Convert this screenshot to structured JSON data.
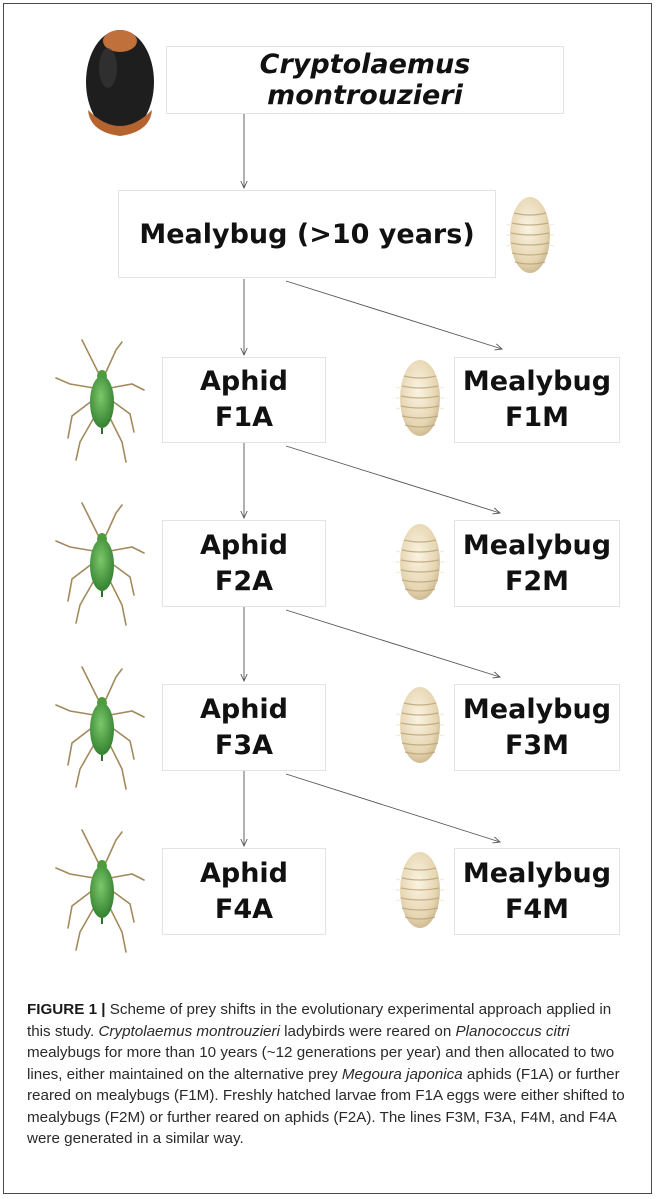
{
  "diagram": {
    "species": "Cryptolaemus montrouzieri",
    "start_node": "Mealybug (>10 years)",
    "generations": [
      {
        "aphid_line1": "Aphid",
        "aphid_line2": "F1A",
        "mealybug_line1": "Mealybug",
        "mealybug_line2": "F1M"
      },
      {
        "aphid_line1": "Aphid",
        "aphid_line2": "F2A",
        "mealybug_line1": "Mealybug",
        "mealybug_line2": "F2M"
      },
      {
        "aphid_line1": "Aphid",
        "aphid_line2": "F3A",
        "mealybug_line1": "Mealybug",
        "mealybug_line2": "F3M"
      },
      {
        "aphid_line1": "Aphid",
        "aphid_line2": "F4A",
        "mealybug_line1": "Mealybug",
        "mealybug_line2": "F4M"
      }
    ],
    "colors": {
      "ladybird_body": "#1e1e1e",
      "ladybird_head": "#c0703a",
      "aphid": "#3f9a3a",
      "mealybug": "#e8d9b8",
      "arrow": "#555555"
    }
  },
  "caption": {
    "label": "FIGURE 1 |",
    "s1": " Scheme of prey shifts in the evolutionary experimental approach applied in this study. ",
    "s2": "Cryptolaemus montrouzieri",
    "s3": " ladybirds were reared on ",
    "s4": "Planococcus citri",
    "s5": " mealybugs for more than 10 years (~12 generations per year) and then allocated to two lines, either maintained on the alternative prey ",
    "s6": "Megoura japonica",
    "s7": " aphids (F1A) or further reared on mealybugs (F1M). Freshly hatched larvae from F1A eggs were either shifted to mealybugs (F2M) or further reared on aphids (F2A). The lines F3M, F3A, F4M, and F4A were generated in a similar way."
  }
}
